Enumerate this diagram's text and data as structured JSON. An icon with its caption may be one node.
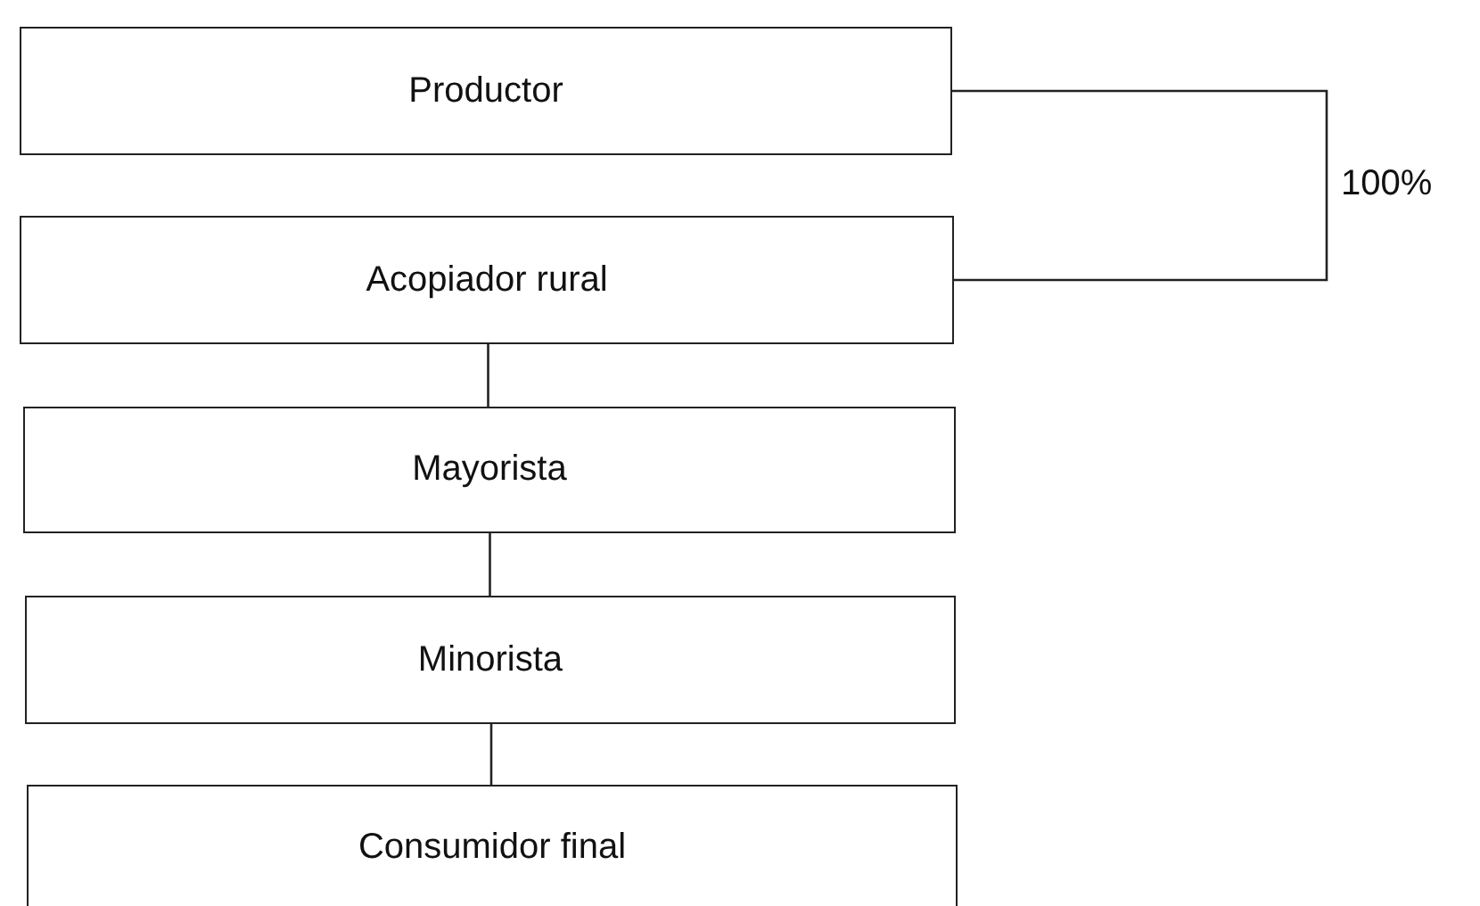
{
  "diagram": {
    "nodes": [
      {
        "text": [
          "Productor"
        ]
      },
      {
        "text": [
          "Acopiador rural"
        ]
      },
      {
        "text": [
          "Mayorista"
        ]
      },
      {
        "text": [
          "Minorista"
        ]
      },
      {
        "text": [
          "Consumidor final"
        ]
      }
    ],
    "edges": [
      {
        "from": 0,
        "to": 1,
        "arrow": "none",
        "label": "100%"
      },
      {
        "from": 1,
        "to": 2,
        "arrow": "none"
      },
      {
        "from": 2,
        "to": 3,
        "arrow": "none"
      },
      {
        "from": 3,
        "to": 4,
        "arrow": "none"
      }
    ]
  }
}
